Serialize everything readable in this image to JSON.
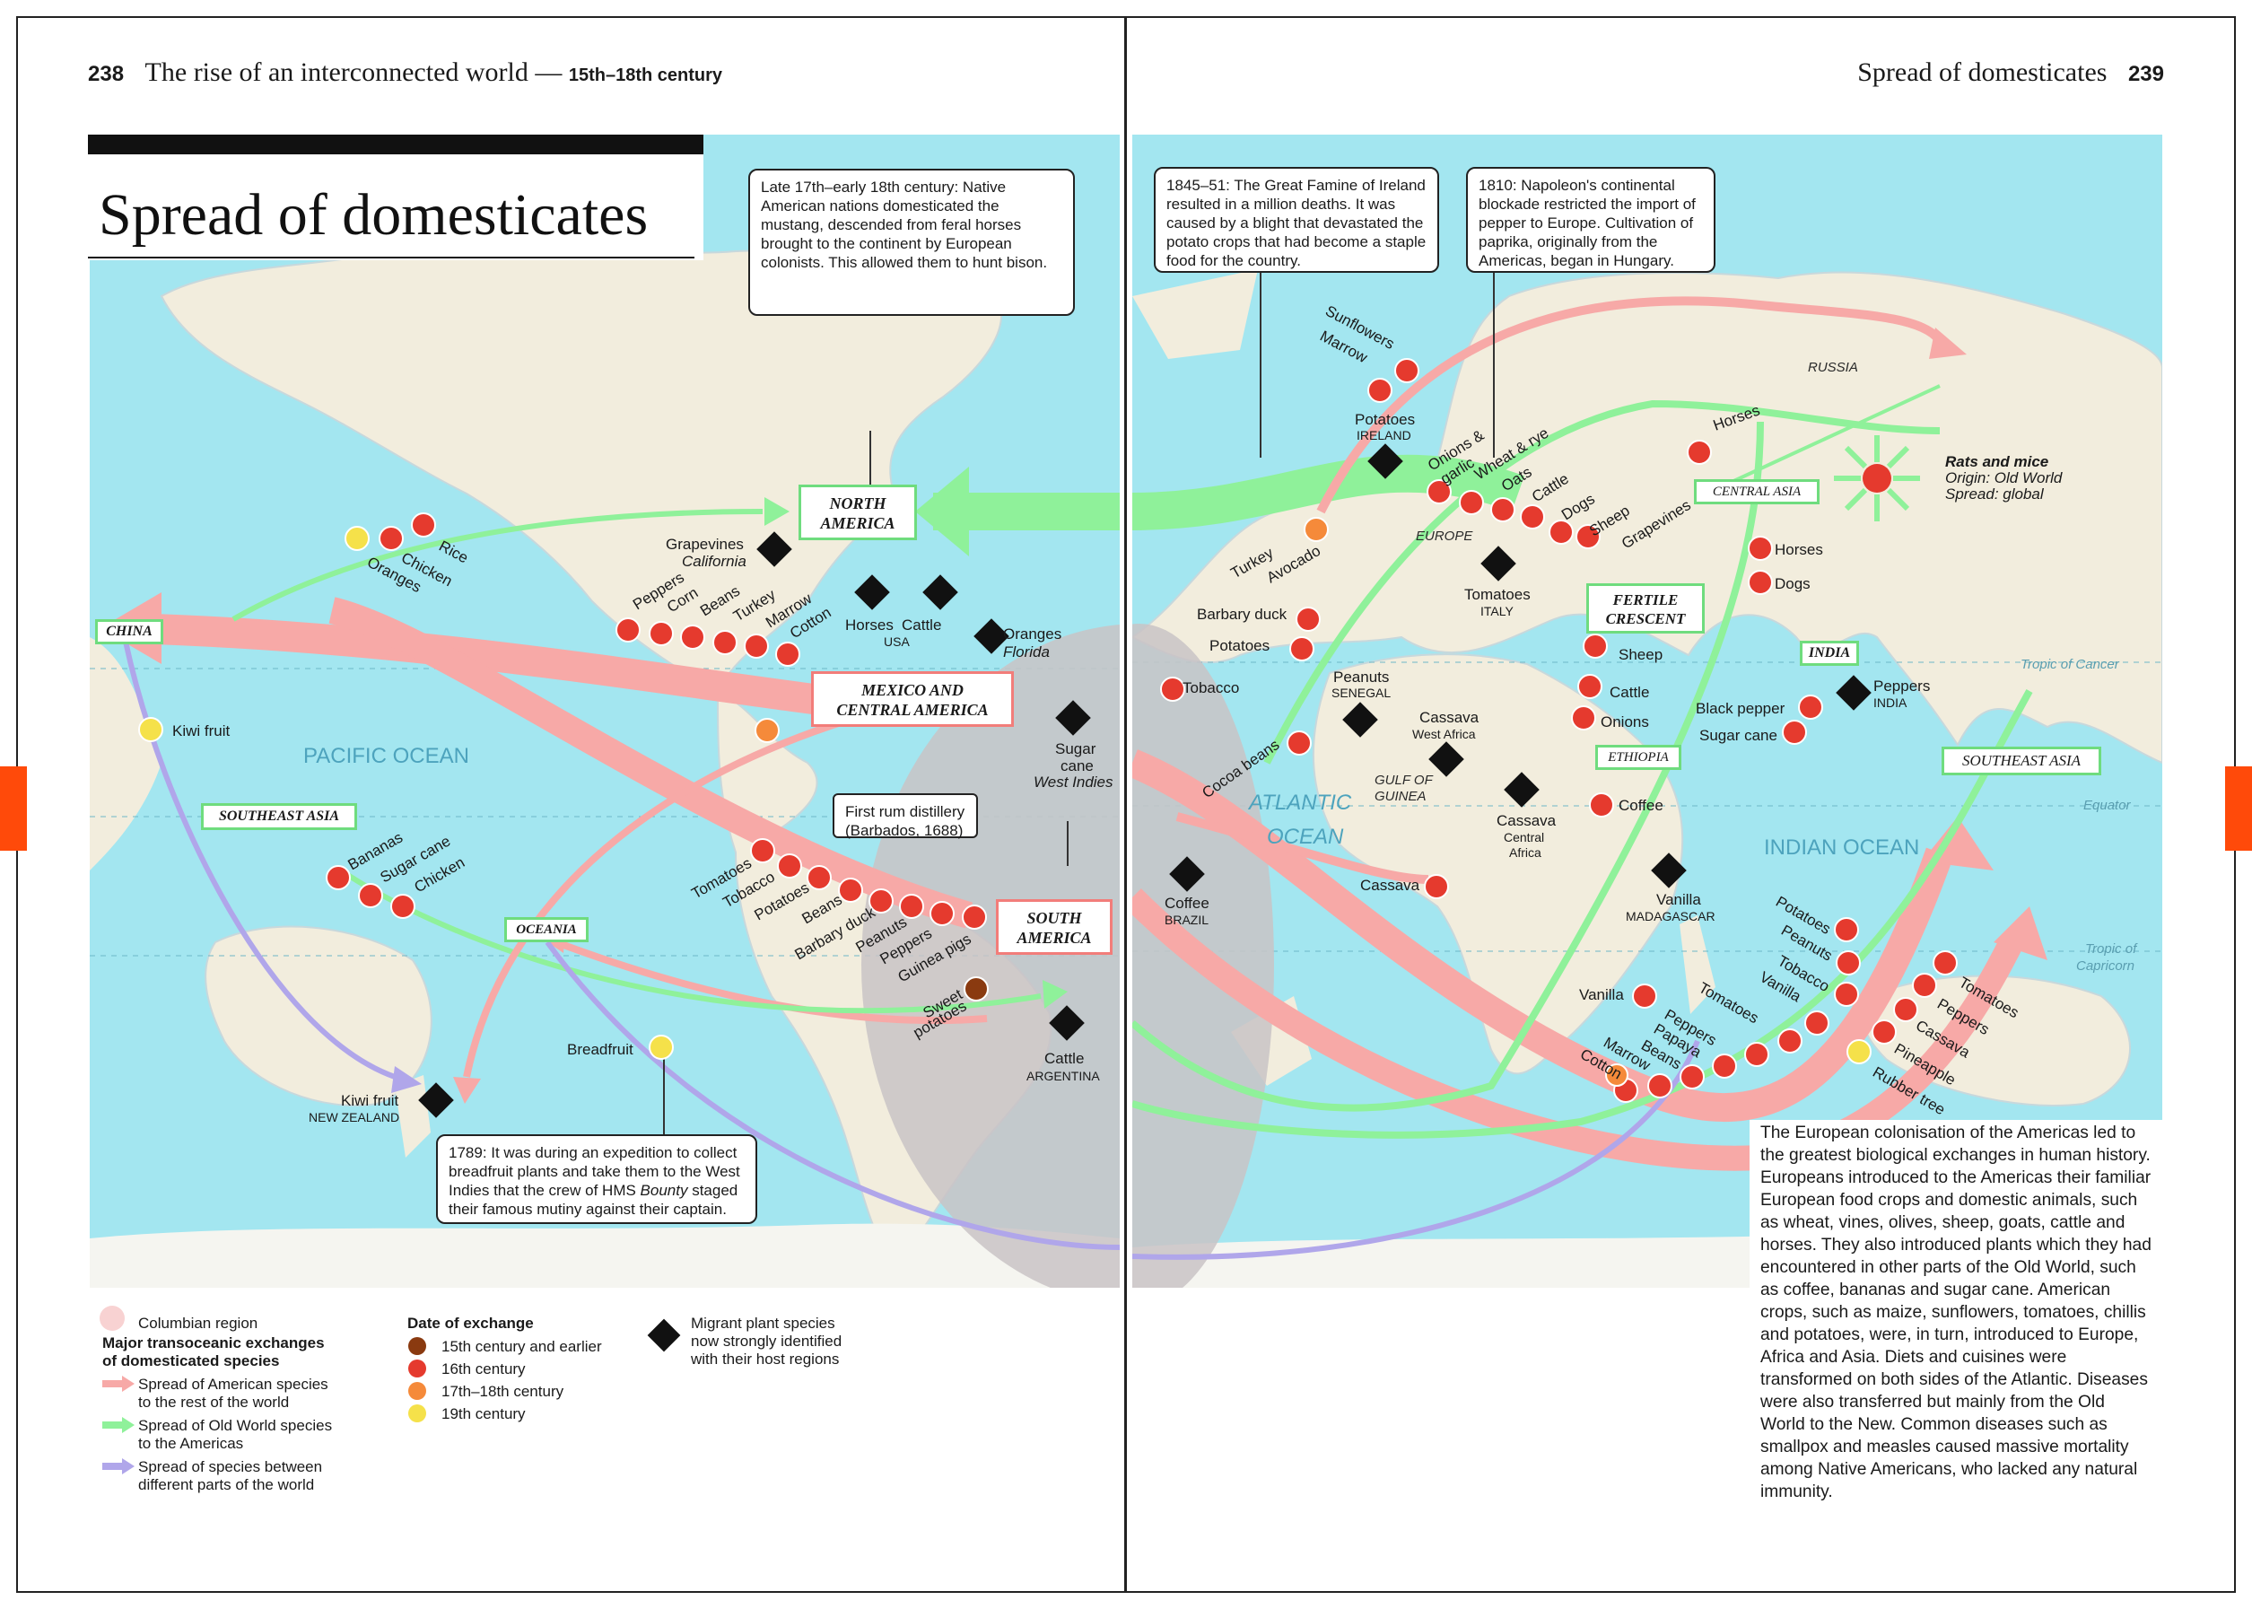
{
  "header": {
    "left_page_number": "238",
    "left_chapter_title": "The rise of an interconnected world —",
    "left_chapter_period": "15th–18th century",
    "right_section_title": "Spread of domesticates",
    "right_page_number": "239"
  },
  "title": "Spread of domesticates",
  "colors": {
    "ocean": "#a3e6f0",
    "land": "#f2eddd",
    "american_spread": "#f7a9a7",
    "old_world_spread": "#8ff19a",
    "between_regions": "#b0a6ea",
    "columbian_region": "#c9c3c6",
    "century_15": "#8a3a10",
    "century_16": "#e53a2e",
    "century_17_18": "#f58a3a",
    "century_19": "#f5e14a",
    "tab_marker": "#ff4a0a"
  },
  "callouts": {
    "mustang": "Late 17th–early 18th century: Native American nations domesticated the mustang, descended from feral horses brought to the continent by European colonists. This allowed them to hunt bison.",
    "famine": "1845–51: The Great Famine of Ireland resulted in a million deaths. It was caused by a blight that devastated the potato crops that had become a staple food for the country.",
    "napoleon": "1810: Napoleon's continental blockade restricted the import of pepper to Europe. Cultivation of paprika, originally from the Americas, began in Hungary.",
    "rum": "First rum distillery (Barbados, 1688)",
    "bounty_pre": "1789: It was during an expedition to collect breadfruit plants and take them to the West Indies that the crew of HMS ",
    "bounty_ital": "Bounty",
    "bounty_post": " staged their famous mutiny against their captain."
  },
  "regions": {
    "north_america": [
      "NORTH",
      "AMERICA"
    ],
    "mexico": [
      "MEXICO AND",
      "CENTRAL AMERICA"
    ],
    "south_america": [
      "SOUTH",
      "AMERICA"
    ],
    "china": "CHINA",
    "southeast_asia_l": "SOUTHEAST ASIA",
    "oceania": "OCEANIA",
    "central_asia": "CENTRAL ASIA",
    "fertile_crescent": [
      "FERTILE",
      "CRESCENT"
    ],
    "india": "INDIA",
    "ethiopia": "ETHIOPIA",
    "southeast_asia_r": "SOUTHEAST ASIA"
  },
  "places": {
    "europe": "EUROPE",
    "russia": "RUSSIA",
    "gulf": [
      "GULF OF",
      "GUINEA"
    ],
    "pacific": "PACIFIC OCEAN",
    "atlantic": [
      "ATLANTIC",
      "OCEAN"
    ],
    "indian": "INDIAN OCEAN",
    "cancer": "Tropic of Cancer",
    "equator": "Equator",
    "capricorn": [
      "Tropic of",
      "Capricorn"
    ]
  },
  "map_labels": {
    "rice": "Rice",
    "chicken": "Chicken",
    "oranges": "Oranges",
    "kiwi_fruit": "Kiwi fruit",
    "grapevines": "Grapevines",
    "california": "California",
    "peppers": "Peppers",
    "corn": "Corn",
    "beans": "Beans",
    "turkey": "Turkey",
    "marrow": "Marrow",
    "cotton": "Cotton",
    "horses": "Horses",
    "cattle": "Cattle",
    "usa": "USA",
    "oranges_fl": "Oranges",
    "florida": "Florida",
    "sugar_cane": [
      "Sugar",
      "cane"
    ],
    "west_indies": "West Indies",
    "bananas": "Bananas",
    "sugar_cane_sea": "Sugar cane",
    "chicken_sea": "Chicken",
    "tomatoes": "Tomatoes",
    "tobacco": "Tobacco",
    "potatoes": "Potatoes",
    "beans_sa": "Beans",
    "barbary_duck": "Barbary duck",
    "peanuts": "Peanuts",
    "peppers_sa": "Peppers",
    "guinea_pigs": "Guinea pigs",
    "sweet_potatoes": [
      "Sweet",
      "potatoes"
    ],
    "cattle_arg": "Cattle",
    "argentina": "ARGENTINA",
    "breadfruit": "Breadfruit",
    "kiwi_nz": "Kiwi fruit",
    "new_zealand": "NEW ZEALAND",
    "sunflowers": "Sunflowers",
    "marrow_eu": "Marrow",
    "potatoes_ire": "Potatoes",
    "ireland": "IRELAND",
    "onions_garlic": [
      "Onions &",
      "garlic"
    ],
    "wheat_rye": "Wheat & rye",
    "oats": "Oats",
    "cattle_eu": "Cattle",
    "dogs": "Dogs",
    "sheep": "Sheep",
    "grapevines_eu": "Grapevines",
    "horses_ca": "Horses",
    "turkey_eu": "Turkey",
    "avocado": "Avocado",
    "barbary_duck_eu": "Barbary duck",
    "potatoes_eu": "Potatoes",
    "tobacco_eu": "Tobacco",
    "tomatoes_it": "Tomatoes",
    "italy": "ITALY",
    "peanuts_sen": "Peanuts",
    "senegal": "SENEGAL",
    "cassava_wa": "Cassava",
    "west_africa": "West Africa",
    "cocoa_beans": "Cocoa beans",
    "cassava_ca": "Cassava",
    "central_africa": [
      "Central",
      "Africa"
    ],
    "cassava_eaf": "Cassava",
    "coffee_br": "Coffee",
    "brazil": "BRAZIL",
    "sheep_fc": "Sheep",
    "cattle_fc": "Cattle",
    "onions_fc": "Onions",
    "coffee_eth": "Coffee",
    "horses_asia": "Horses",
    "dogs_asia": "Dogs",
    "black_pepper": "Black pepper",
    "sugar_cane_in": "Sugar cane",
    "peppers_in": "Peppers",
    "india_lbl": "INDIA",
    "vanilla_mad": "Vanilla",
    "madagascar": "MADAGASCAR",
    "vanilla": "Vanilla",
    "potatoes_io": "Potatoes",
    "peanuts_io": "Peanuts",
    "tobacco_io": "Tobacco",
    "vanilla_io": "Vanilla",
    "tomatoes_io": "Tomatoes",
    "peppers_io": "Peppers",
    "papaya": "Papaya",
    "beans_io": "Beans",
    "marrow_io": "Marrow",
    "cotton_io": "Cotton",
    "tomatoes_sea": "Tomatoes",
    "peppers_sea": "Peppers",
    "cassava_sea": "Cassava",
    "pineapple": "Pineapple",
    "rubber_tree": "Rubber tree",
    "rats_title": "Rats and mice",
    "rats_origin": "Origin: Old World",
    "rats_spread": "Spread: global"
  },
  "legend": {
    "columbian": "Columbian region",
    "major_title": [
      "Major transoceanic exchanges",
      "of domesticated species"
    ],
    "american": [
      "Spread of American species",
      "to the rest of the world"
    ],
    "old_world": [
      "Spread of Old World species",
      "to the Americas"
    ],
    "between": [
      "Spread of species between",
      "different parts of the world"
    ],
    "date_title": "Date of exchange",
    "dates": [
      "15th century and earlier",
      "16th century",
      "17th–18th century",
      "19th century"
    ],
    "migrant": [
      "Migrant plant species",
      "now strongly identified",
      "with their host regions"
    ]
  },
  "body_text": "The European colonisation of the Americas led to the greatest biological exchanges in human history. Europeans introduced to the Americas their familiar European food crops and domestic animals, such as wheat, vines, olives, sheep, goats, cattle and horses. They also introduced plants which they had encountered in other parts of the Old World, such as coffee, bananas and sugar cane. American crops, such as maize, sunflowers, tomatoes, chillis and potatoes, were, in turn, introduced to Europe, Africa and Asia. Diets and cuisines were transformed on both sides of the Atlantic. Diseases were also transferred but mainly from the Old World to the New. Common diseases such as smallpox and measles caused massive mortality among Native Americans, who lacked any natural immunity."
}
